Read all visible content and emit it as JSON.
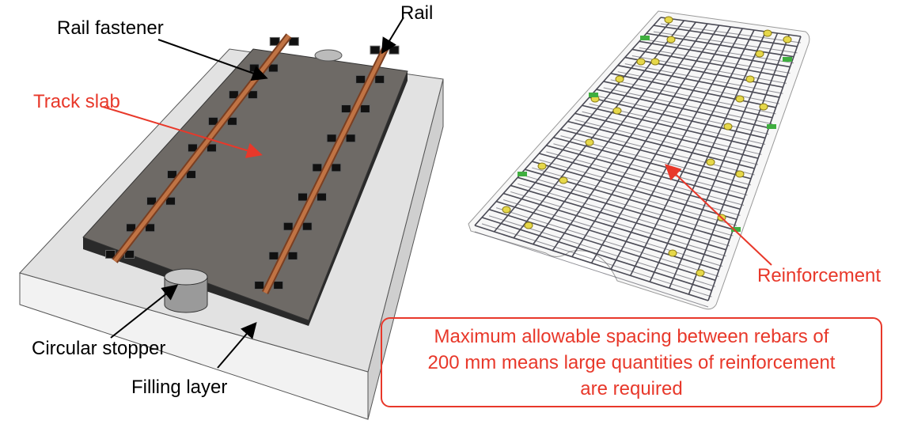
{
  "labels": {
    "rail_fastener": "Rail fastener",
    "rail": "Rail",
    "track_slab": "Track slab",
    "circular_stopper": "Circular stopper",
    "filling_layer": "Filling layer",
    "reinforcement": "Reinforcement"
  },
  "note": {
    "lines": [
      "Maximum allowable spacing between rebars of",
      "200 mm means large quantities of reinforcement",
      "are required"
    ]
  },
  "colors": {
    "accent": "#e8382a",
    "slab": "#6e6a66",
    "rail": "#b3643a",
    "filling": "#e4e4e4",
    "rebar": "#4a4a55"
  }
}
